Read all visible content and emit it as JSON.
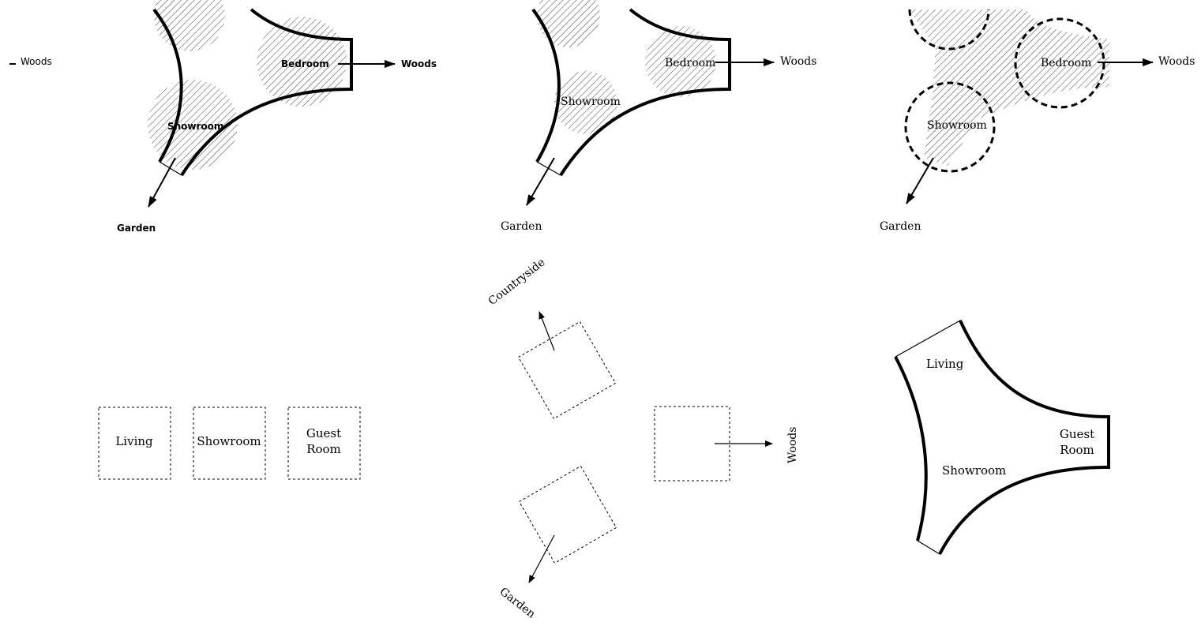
{
  "panels": {
    "top_left": {
      "bedroom": "Bedroom",
      "showroom": "Showroom",
      "exit_woods": "Woods",
      "exit_garden": "Garden",
      "stray_woods": "Woods"
    },
    "top_middle": {
      "bedroom": "Bedroom",
      "showroom": "Showroom",
      "exit_woods": "Woods",
      "exit_garden": "Garden"
    },
    "top_right": {
      "bedroom": "Bedroom",
      "showroom": "Showroom",
      "exit_woods": "Woods",
      "exit_garden": "Garden"
    },
    "bottom_left": {
      "rooms": [
        "Living",
        "Showroom",
        "Guest",
        "Room"
      ]
    },
    "bottom_middle": {
      "countryside": "Countryside",
      "woods": "Woods",
      "garden": "Garden"
    },
    "bottom_right": {
      "living": "Living",
      "guest_1": "Guest",
      "guest_2": "Room",
      "showroom": "Showroom"
    }
  }
}
